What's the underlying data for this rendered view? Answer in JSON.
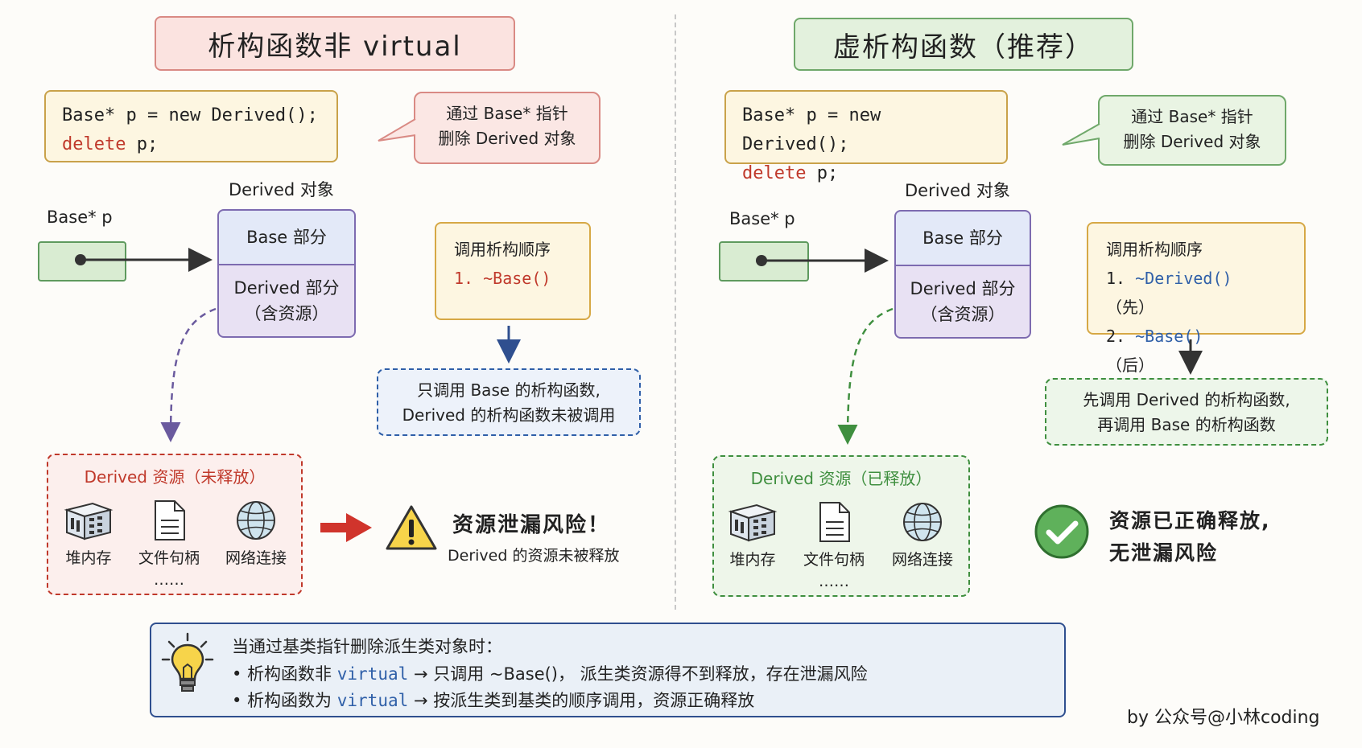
{
  "left": {
    "title": "析构函数非 virtual",
    "code_line1": "Base* p = new Derived();",
    "code_kw": "delete",
    "code_rest": " p;",
    "bubble_line1": "通过 Base* 指针",
    "bubble_line2": "删除 Derived 对象",
    "object_title": "Derived 对象",
    "pointer_label": "Base* p",
    "base_part": "Base 部分",
    "derived_part_line1": "Derived 部分",
    "derived_part_line2": "（含资源）",
    "order_title": "调用析构顺序",
    "order_items": [
      "1. ~Base()"
    ],
    "result_line1": "只调用 Base 的析构函数,",
    "result_line2": "Derived 的析构函数未被调用",
    "resource_title": "Derived 资源（未释放）",
    "resources": [
      "堆内存",
      "文件句柄",
      "网络连接"
    ],
    "ellipsis": "……",
    "warning_title": "资源泄漏风险！",
    "warning_sub": "Derived 的资源未被释放"
  },
  "right": {
    "title": "虚析构函数（推荐）",
    "code_line1": "Base* p = new Derived();",
    "code_kw": "delete",
    "code_rest": " p;",
    "bubble_line1": "通过 Base* 指针",
    "bubble_line2": "删除 Derived 对象",
    "object_title": "Derived 对象",
    "pointer_label": "Base* p",
    "base_part": "Base 部分",
    "derived_part_line1": "Derived 部分",
    "derived_part_line2": "（含资源）",
    "order_title": "调用析构顺序",
    "order_items": [
      {
        "num": "1.",
        "fn": "~Derived()",
        "tag": "（先）"
      },
      {
        "num": "2.",
        "fn": "~Base()",
        "tag": "（后）"
      }
    ],
    "result_line1": "先调用 Derived 的析构函数,",
    "result_line2": "再调用 Base 的析构函数",
    "resource_title": "Derived 资源（已释放）",
    "resources": [
      "堆内存",
      "文件句柄",
      "网络连接"
    ],
    "ellipsis": "……",
    "ok_line1": "资源已正确释放,",
    "ok_line2": "无泄漏风险"
  },
  "note": {
    "heading": "当通过基类指针删除派生类对象时：",
    "b1_pre": "析构函数非 ",
    "b1_kw": "virtual",
    "b1_post": " → 只调用 ~Base()， 派生类资源得不到释放，存在泄漏风险",
    "b2_pre": "析构函数为 ",
    "b2_kw": "virtual",
    "b2_post": " → 按派生类到基类的顺序调用，资源正确释放"
  },
  "credit": "by 公众号@小林coding",
  "colors": {
    "left_title_bg": "#fbe3e0",
    "left_title_border": "#d98a84",
    "right_title_bg": "#e3f1dd",
    "right_title_border": "#6fa86a",
    "danger": "#c0392b",
    "success": "#3f8f3f",
    "blue": "#2f5fa8",
    "purple": "#7d6bb0"
  },
  "icons": [
    "server-icon",
    "file-icon",
    "globe-icon",
    "warning-icon",
    "check-circle-icon",
    "lightbulb-icon"
  ]
}
